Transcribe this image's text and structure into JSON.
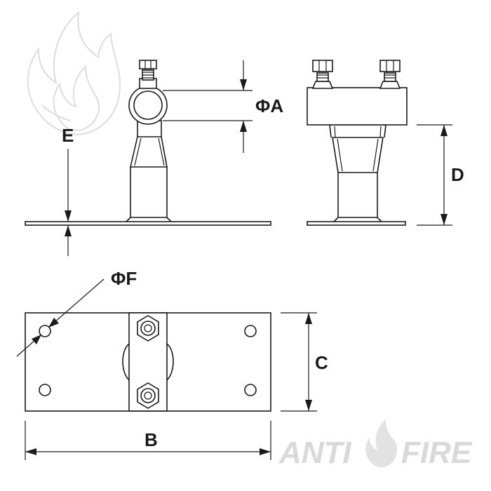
{
  "dimensions": {
    "a": "ΦA",
    "b": "B",
    "c": "C",
    "d": "D",
    "e": "E",
    "f": "ΦF"
  },
  "brand": {
    "left": "ANTI",
    "right": "FIRE"
  }
}
